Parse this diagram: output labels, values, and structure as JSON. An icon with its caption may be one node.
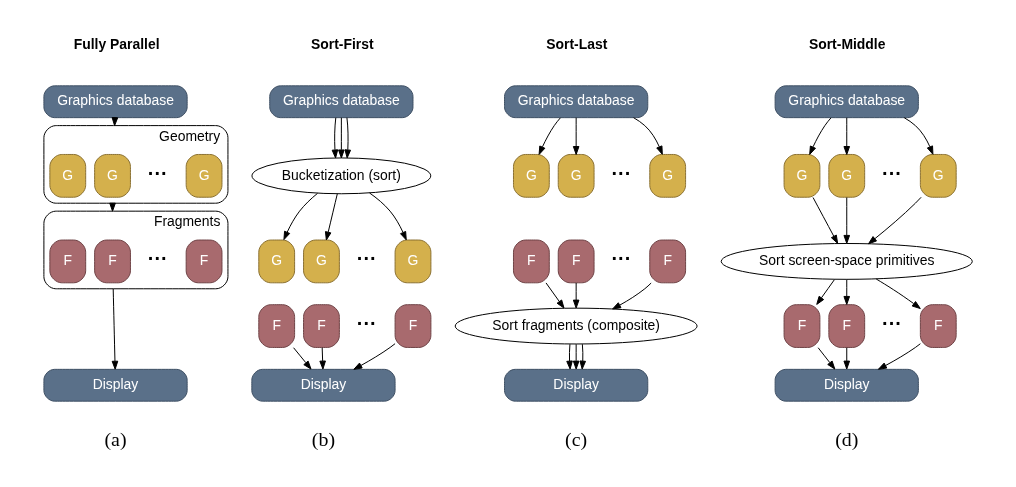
{
  "diagram": {
    "nodes": [
      {
        "text": [
          "Graphics database"
        ]
      },
      {
        "text": [
          "Geometry"
        ]
      },
      {
        "text": [
          "G"
        ],
        "in": 1
      },
      {
        "text": [
          "G"
        ],
        "in": 1
      },
      {
        "text": [
          "G"
        ],
        "in": 1
      },
      {
        "text": [
          "Fragments"
        ]
      },
      {
        "text": [
          "F"
        ],
        "in": 5
      },
      {
        "text": [
          "F"
        ],
        "in": 5
      },
      {
        "text": [
          "F"
        ],
        "in": 5
      },
      {
        "text": [
          "Display"
        ]
      },
      {
        "text": [
          "Graphics database"
        ]
      },
      {
        "text": [
          "Bucketization (sort)"
        ]
      },
      {
        "text": [
          "G"
        ]
      },
      {
        "text": [
          "G"
        ]
      },
      {
        "text": [
          "G"
        ]
      },
      {
        "text": [
          "F"
        ]
      },
      {
        "text": [
          "F"
        ]
      },
      {
        "text": [
          "F"
        ]
      },
      {
        "text": [
          "Display"
        ]
      },
      {
        "text": [
          "Graphics database"
        ]
      },
      {
        "text": [
          "G"
        ]
      },
      {
        "text": [
          "G"
        ]
      },
      {
        "text": [
          "G"
        ]
      },
      {
        "text": [
          "F"
        ]
      },
      {
        "text": [
          "F"
        ]
      },
      {
        "text": [
          "F"
        ]
      },
      {
        "text": [
          "Sort fragments (composite)"
        ]
      },
      {
        "text": [
          "Display"
        ]
      },
      {
        "text": [
          "Graphics database"
        ]
      },
      {
        "text": [
          "G"
        ]
      },
      {
        "text": [
          "G"
        ]
      },
      {
        "text": [
          "G"
        ]
      },
      {
        "text": [
          "Sort screen-space primitives"
        ]
      },
      {
        "text": [
          "F"
        ]
      },
      {
        "text": [
          "F"
        ]
      },
      {
        "text": [
          "F"
        ]
      },
      {
        "text": [
          "Display"
        ]
      }
    ],
    "edges": [
      {
        "from": 0,
        "to": 1,
        "arrow": "to"
      },
      {
        "from": 1,
        "to": 5,
        "arrow": "to"
      },
      {
        "from": 5,
        "to": 9,
        "arrow": "to"
      },
      {
        "from": 10,
        "to": 11,
        "arrow": "to"
      },
      {
        "from": 10,
        "to": 11,
        "arrow": "to"
      },
      {
        "from": 10,
        "to": 11,
        "arrow": "to"
      },
      {
        "from": 11,
        "to": 12,
        "arrow": "to"
      },
      {
        "from": 11,
        "to": 13,
        "arrow": "to"
      },
      {
        "from": 11,
        "to": 14,
        "arrow": "to"
      },
      {
        "from": 15,
        "to": 18,
        "arrow": "to"
      },
      {
        "from": 16,
        "to": 18,
        "arrow": "to"
      },
      {
        "from": 17,
        "to": 18,
        "arrow": "to"
      },
      {
        "from": 19,
        "to": 20,
        "arrow": "to"
      },
      {
        "from": 19,
        "to": 21,
        "arrow": "to"
      },
      {
        "from": 19,
        "to": 22,
        "arrow": "to"
      },
      {
        "from": 23,
        "to": 26,
        "arrow": "to"
      },
      {
        "from": 24,
        "to": 26,
        "arrow": "to"
      },
      {
        "from": 25,
        "to": 26,
        "arrow": "to"
      },
      {
        "from": 26,
        "to": 27,
        "arrow": "to"
      },
      {
        "from": 26,
        "to": 27,
        "arrow": "to"
      },
      {
        "from": 26,
        "to": 27,
        "arrow": "to"
      },
      {
        "from": 28,
        "to": 29,
        "arrow": "to"
      },
      {
        "from": 28,
        "to": 30,
        "arrow": "to"
      },
      {
        "from": 28,
        "to": 31,
        "arrow": "to"
      },
      {
        "from": 29,
        "to": 32,
        "arrow": "to"
      },
      {
        "from": 30,
        "to": 32,
        "arrow": "to"
      },
      {
        "from": 31,
        "to": 32,
        "arrow": "to"
      },
      {
        "from": 32,
        "to": 33,
        "arrow": "to"
      },
      {
        "from": 32,
        "to": 34,
        "arrow": "to"
      },
      {
        "from": 32,
        "to": 35,
        "arrow": "to"
      },
      {
        "from": 33,
        "to": 36,
        "arrow": "to"
      },
      {
        "from": 34,
        "to": 36,
        "arrow": "to"
      },
      {
        "from": 35,
        "to": 36,
        "arrow": "to"
      }
    ],
    "labels": [
      "Fully Parallel",
      "Sort-First",
      "Sort-Last",
      "Sort-Middle",
      "···",
      "···",
      "···",
      "···",
      "···",
      "···",
      "···",
      "···",
      "(a)",
      "(b)",
      "(c)",
      "(d)"
    ]
  }
}
